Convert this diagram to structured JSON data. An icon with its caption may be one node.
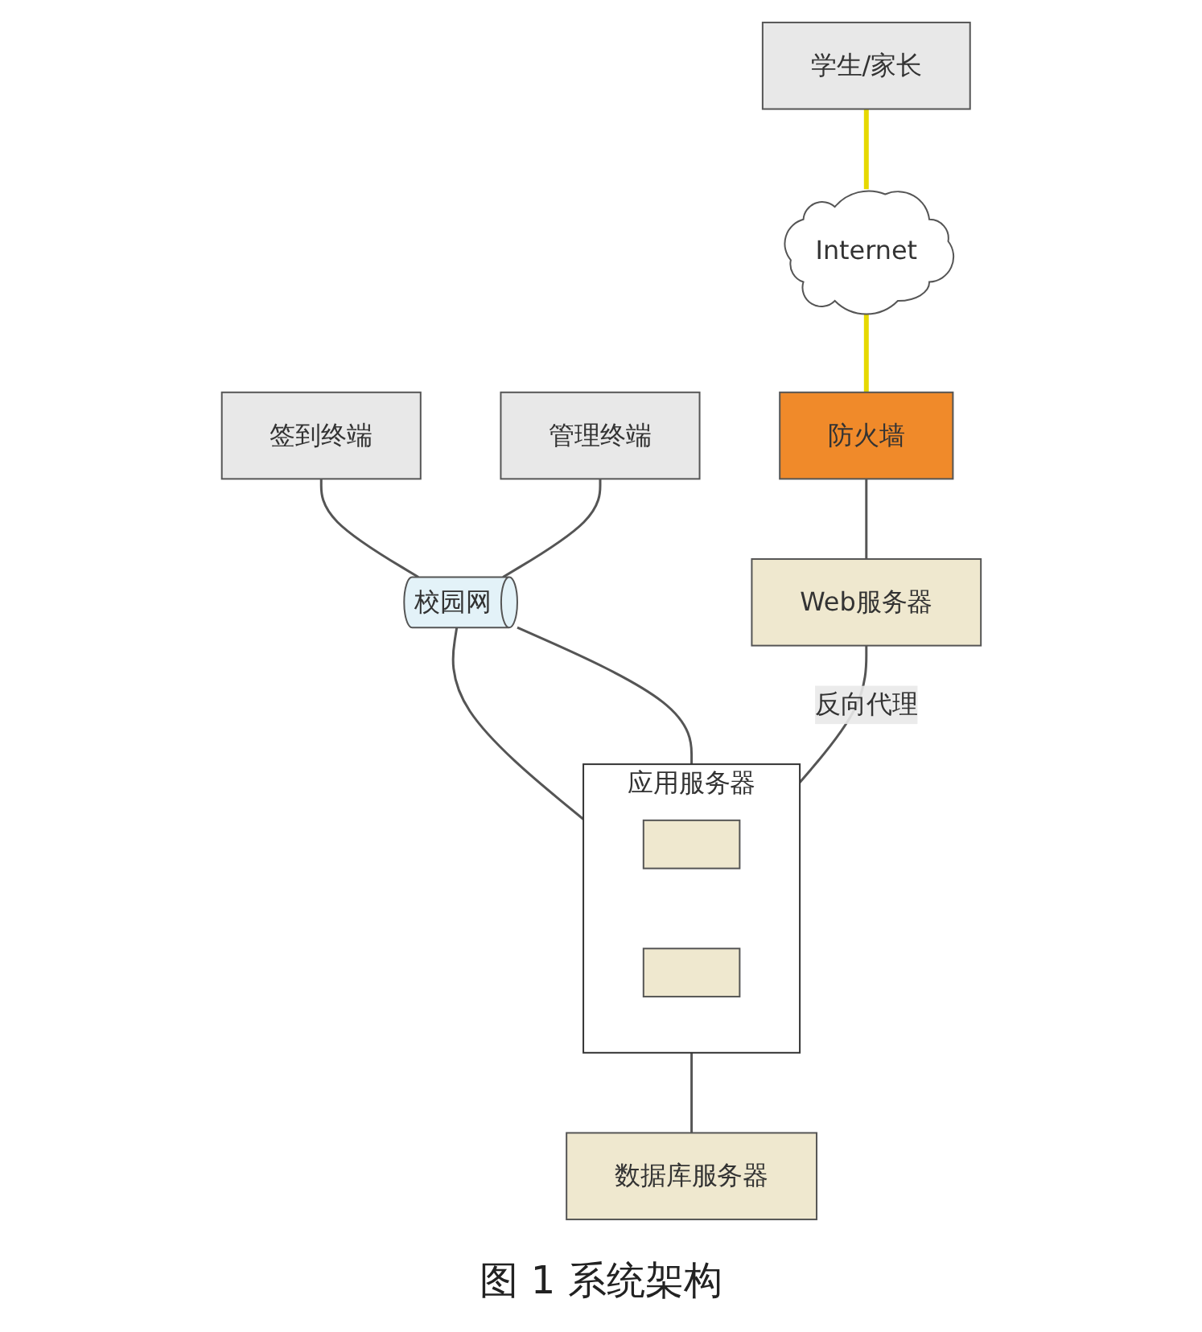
{
  "diagram": {
    "caption": "图 1 系统架构",
    "nodes": [
      {
        "text": [
          "学生/家长"
        ]
      },
      {
        "text": [
          "签到终端"
        ]
      },
      {
        "text": [
          "管理终端"
        ]
      },
      {
        "text": [
          "Internet"
        ]
      },
      {
        "text": [
          "校园网"
        ]
      },
      {
        "text": [
          "应用服务器"
        ]
      },
      {
        "text": [],
        "shape": "box",
        "in": 5
      },
      {
        "text": [],
        "shape": "box",
        "in": 5
      },
      {
        "text": [
          "防火墙"
        ]
      },
      {
        "text": [
          "Web服务器"
        ]
      },
      {
        "text": [
          "数据库服务器"
        ]
      }
    ],
    "edges": [
      {
        "from": 0,
        "to": 3,
        "arrow": "none",
        "color": "#e6d800"
      },
      {
        "from": 1,
        "to": 4,
        "arrow": "none"
      },
      {
        "from": 2,
        "to": 4,
        "arrow": "none"
      },
      {
        "from": 3,
        "to": 8,
        "arrow": "none",
        "color": "#e6d800"
      },
      {
        "from": 4,
        "to": 5,
        "arrow": "none"
      },
      {
        "from": 4,
        "to": 5,
        "arrow": "none"
      },
      {
        "from": 8,
        "to": 9,
        "arrow": "none"
      },
      {
        "from": 9,
        "to": 5,
        "label": "反向代理",
        "arrow": "none"
      },
      {
        "from": 5,
        "to": 10,
        "arrow": "none"
      }
    ]
  }
}
